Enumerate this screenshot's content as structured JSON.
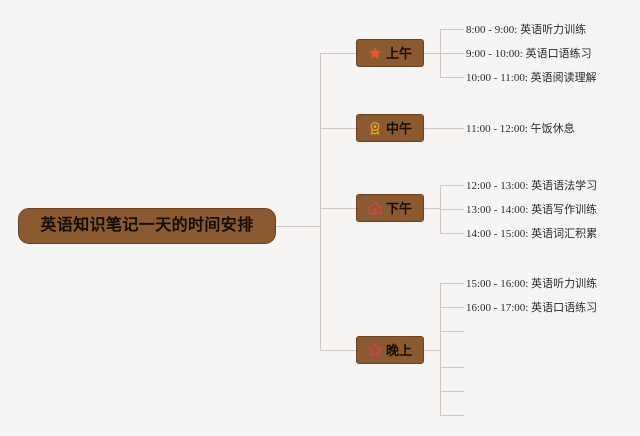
{
  "canvas": {
    "background_color": "#f7f5f3",
    "connector_color": "#cdc8c5",
    "node_fill_color": "#8c5a31",
    "node_border_color": "#6e441f",
    "node_text_color": "#150d06",
    "leaf_text_color": "#2a2a2a"
  },
  "root": {
    "label": "英语知识笔记一天的时间安排"
  },
  "branches": [
    {
      "label": "上午",
      "icon": "star-icon",
      "icon_color": "#e8562a",
      "leaves": [
        {
          "label": "8:00 - 9:00: 英语听力训练"
        },
        {
          "label": "9:00 - 10:00: 英语口语练习"
        },
        {
          "label": "10:00 - 11:00: 英语阅读理解"
        }
      ]
    },
    {
      "label": "中午",
      "icon": "medal-icon",
      "icon_color": "#e8b21e",
      "leaves": [
        {
          "label": "11:00 - 12:00: 午饭休息"
        }
      ]
    },
    {
      "label": "下午",
      "icon": "home-icon",
      "icon_color": "#d9414a",
      "leaves": [
        {
          "label": "12:00 - 13:00: 英语语法学习"
        },
        {
          "label": "13:00 - 14:00: 英语写作训练"
        },
        {
          "label": "14:00 - 15:00: 英语词汇积累"
        }
      ]
    },
    {
      "label": "晚上",
      "icon": "star-outline-icon",
      "icon_color": "#d9414a",
      "leaves": [
        {
          "label": "15:00 - 16:00: 英语听力训练"
        },
        {
          "label": "16:00 - 17:00: 英语口语练习"
        },
        {
          "label": ""
        },
        {
          "label": ""
        },
        {
          "label": ""
        },
        {
          "label": ""
        }
      ]
    }
  ]
}
